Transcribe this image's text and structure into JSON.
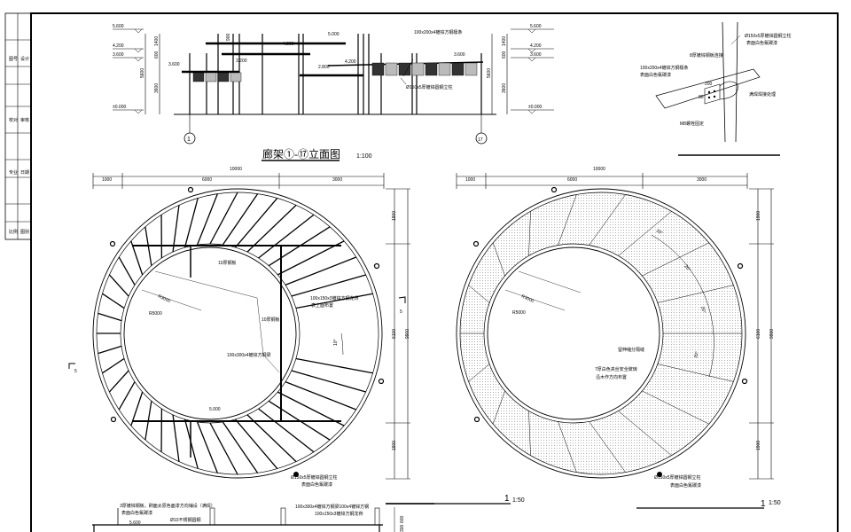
{
  "title_block": {
    "cells": [
      "图号",
      "设计",
      "校对",
      "审核",
      "专业",
      "日期",
      "比例",
      "图别"
    ]
  },
  "elevation": {
    "levels_left": [
      "5.600",
      "4.200",
      "3.600",
      "±0.000"
    ],
    "levels_right": [
      "5.600",
      "4.200",
      "3.600",
      "±0.000"
    ],
    "dims_left": [
      "1400",
      "600",
      "3600",
      "5600"
    ],
    "dims_right": [
      "1400",
      "600",
      "3600",
      "5600"
    ],
    "inner_levels": [
      "3.600",
      "3.200",
      "4.200",
      "5.000",
      "2.800",
      "4.200",
      "3.600"
    ],
    "dim_900": "900",
    "axis_start": "1",
    "axis_end": "17",
    "note_beam": "100x200x4镀锌方钢檩条",
    "note_column": "Ø150x5厚镀锌圆钢立柱",
    "title": "廊架①-⑰立面图",
    "scale": "1:100"
  },
  "detail": {
    "note_column": "Ø150x5厚镀锌圆钢立柱",
    "note_column_2": "表面白色氟碳漆",
    "note_plate": "8厚镀锌钢板连接",
    "note_beam": "100x200x4镀锌方钢檩条",
    "note_beam_2": "表面白色氟碳漆",
    "note_weld": "满焊焊接处理",
    "note_bolt": "M8螺栓固定",
    "dim_a": "200",
    "dim_b": "80"
  },
  "plan_left": {
    "dim_total": "10000",
    "dims": [
      "1000",
      "6000",
      "3000"
    ],
    "dims_v": [
      "1900",
      "6100",
      "1900"
    ],
    "dim_v_total": "9900",
    "r_inner": "R3000",
    "r_outer": "R5000",
    "note_steel10a": "10厚钢板",
    "note_steel10b": "10厚钢板",
    "note_beam150": "100x150x3镀锌方钢龙骨",
    "note_beam150_2": "表上面布置",
    "note_beam300": "100x300x4镀锌方钢梁",
    "angle": "10°",
    "level": "5.000",
    "section": "5",
    "note_column": "Ø150x5厚镀锌圆钢立柱",
    "note_column_2": "表面白色氟碳漆",
    "label": "1",
    "scale": "1:50"
  },
  "plan_right": {
    "dim_total": "10000",
    "dims": [
      "1000",
      "6000",
      "3000"
    ],
    "dims_v": [
      "1900",
      "6100",
      "1900"
    ],
    "dim_v_total": "9900",
    "r_inner": "R3000",
    "r_outer": "R5000",
    "arc_dims": [
      "20°",
      "20°",
      "20°",
      "20°"
    ],
    "note_joint": "留伸缩分隔缝",
    "note_glass": "7厚白色夹丝安全玻璃",
    "note_glass_2": "沿木作方向布置",
    "note_column": "Ø150x5厚镀锌圆钢立柱",
    "note_column_2": "表面白色氟碳漆",
    "label": "1",
    "scale": "1:50"
  },
  "section_bottom": {
    "note_a": "3厚镀锌钢板，刷面太原色面漆方向铺设（满焊）",
    "note_a2": "表面白色氟碳漆",
    "note_b": "Ø10不锈钢圆钢",
    "note_c": "100x300x4镀锌方钢梁100x4镀锌方钢",
    "note_d": "100x150x3镀锌方钢龙骨",
    "level": "5.600",
    "dim_a": "600",
    "dim_b": "300"
  }
}
